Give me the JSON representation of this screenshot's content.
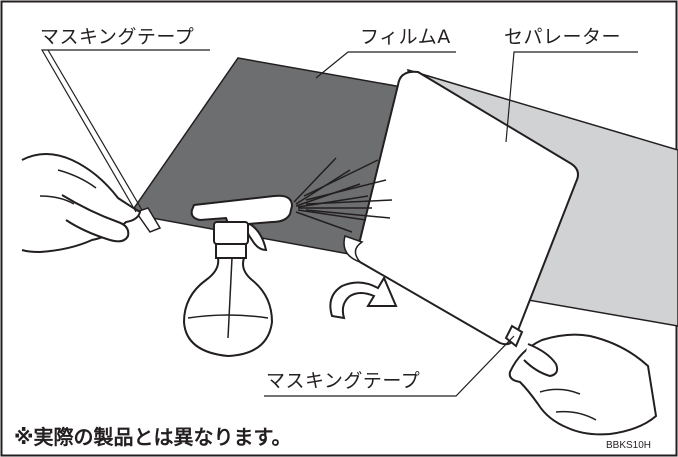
{
  "labels": {
    "masking_tape_top": "マスキングテープ",
    "film": "フィルムA",
    "separator": "セパレーター",
    "masking_tape_bottom": "マスキングテープ"
  },
  "note": "※実際の製品とは異なります。",
  "figure_code": "BBKS10H",
  "colors": {
    "frame": "#231f20",
    "film": "#6d6e70",
    "separator": "#d1d2d4",
    "line": "#231f20"
  },
  "icons": [
    "spray-bottle-icon",
    "hand-icon",
    "curved-arrow-icon"
  ]
}
